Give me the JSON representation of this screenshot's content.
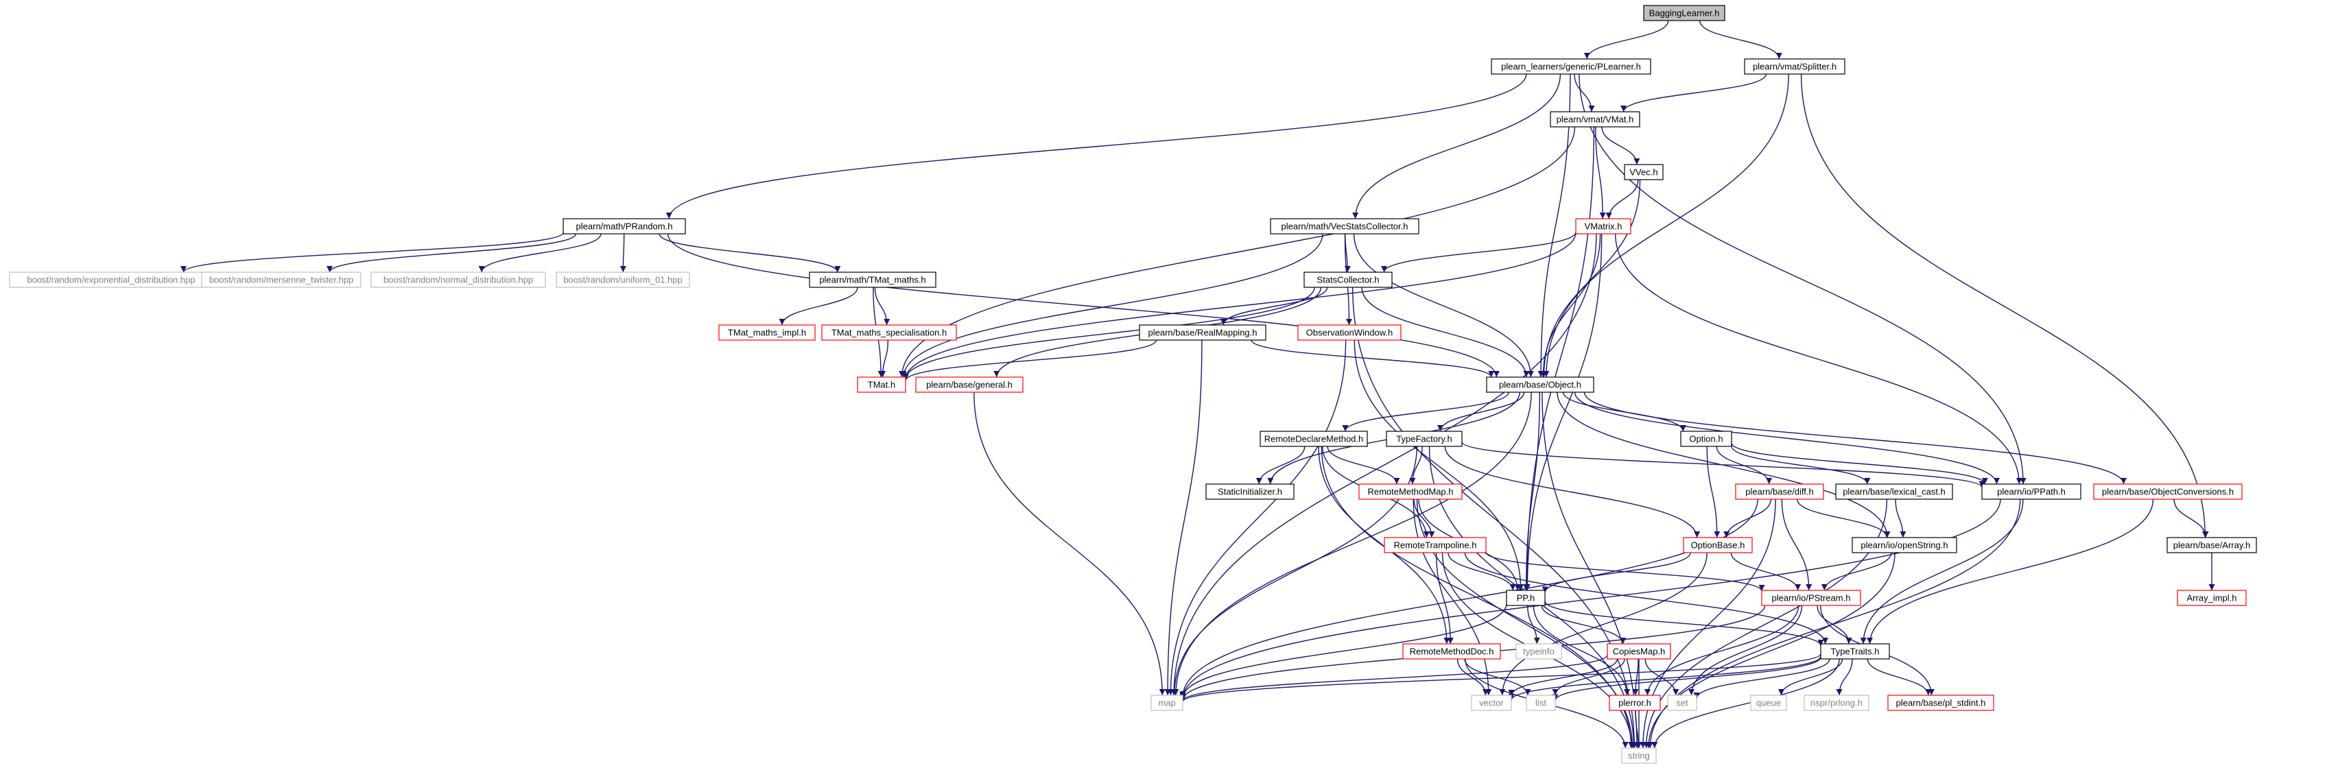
{
  "graph": {
    "colors": {
      "edge": "#191970",
      "border_normal": "#000000",
      "border_missing": "#ff0000",
      "border_external": "#bfbfbf",
      "text_normal": "#000000",
      "text_external": "#808080",
      "root_fill": "#bfbfbf"
    },
    "nodes": [
      {
        "id": "bagging",
        "label": "BaggingLearner.h",
        "kind": "root"
      },
      {
        "id": "plearner",
        "label": "plearn_learners/generic/PLearner.h",
        "kind": "normal"
      },
      {
        "id": "splitter",
        "label": "plearn/vmat/Splitter.h",
        "kind": "normal"
      },
      {
        "id": "vmat",
        "label": "plearn/vmat/VMat.h",
        "kind": "normal"
      },
      {
        "id": "vvec",
        "label": "VVec.h",
        "kind": "normal"
      },
      {
        "id": "prandom",
        "label": "plearn/math/PRandom.h",
        "kind": "normal"
      },
      {
        "id": "vecstats",
        "label": "plearn/math/VecStatsCollector.h",
        "kind": "normal"
      },
      {
        "id": "vmatrix",
        "label": "VMatrix.h",
        "kind": "missing"
      },
      {
        "id": "boost_exp",
        "label": "boost/random/exponential_distribution.hpp",
        "kind": "external"
      },
      {
        "id": "boost_mt",
        "label": "boost/random/mersenne_twister.hpp",
        "kind": "external"
      },
      {
        "id": "boost_norm",
        "label": "boost/random/normal_distribution.hpp",
        "kind": "external"
      },
      {
        "id": "boost_uni",
        "label": "boost/random/uniform_01.hpp",
        "kind": "external"
      },
      {
        "id": "tmatmaths",
        "label": "plearn/math/TMat_maths.h",
        "kind": "normal"
      },
      {
        "id": "statscoll",
        "label": "StatsCollector.h",
        "kind": "normal"
      },
      {
        "id": "tmatimpl",
        "label": "TMat_maths_impl.h",
        "kind": "missing"
      },
      {
        "id": "tmatspec",
        "label": "TMat_maths_specialisation.h",
        "kind": "missing"
      },
      {
        "id": "realmap",
        "label": "plearn/base/RealMapping.h",
        "kind": "normal"
      },
      {
        "id": "obswin",
        "label": "ObservationWindow.h",
        "kind": "missing"
      },
      {
        "id": "tmat",
        "label": "TMat.h",
        "kind": "missing"
      },
      {
        "id": "general",
        "label": "plearn/base/general.h",
        "kind": "missing"
      },
      {
        "id": "object",
        "label": "plearn/base/Object.h",
        "kind": "normal"
      },
      {
        "id": "remdecl",
        "label": "RemoteDeclareMethod.h",
        "kind": "normal"
      },
      {
        "id": "typefactory",
        "label": "TypeFactory.h",
        "kind": "normal"
      },
      {
        "id": "option",
        "label": "Option.h",
        "kind": "normal"
      },
      {
        "id": "staticinit",
        "label": "StaticInitializer.h",
        "kind": "normal"
      },
      {
        "id": "remmethmap",
        "label": "RemoteMethodMap.h",
        "kind": "missing"
      },
      {
        "id": "diff",
        "label": "plearn/base/diff.h",
        "kind": "missing"
      },
      {
        "id": "lexcast",
        "label": "plearn/base/lexical_cast.h",
        "kind": "normal"
      },
      {
        "id": "ppath",
        "label": "plearn/io/PPath.h",
        "kind": "normal"
      },
      {
        "id": "objconv",
        "label": "plearn/base/ObjectConversions.h",
        "kind": "missing"
      },
      {
        "id": "remtramp",
        "label": "RemoteTrampoline.h",
        "kind": "missing"
      },
      {
        "id": "optionbase",
        "label": "OptionBase.h",
        "kind": "missing"
      },
      {
        "id": "openstring",
        "label": "plearn/io/openString.h",
        "kind": "normal"
      },
      {
        "id": "array",
        "label": "plearn/base/Array.h",
        "kind": "normal"
      },
      {
        "id": "pp",
        "label": "PP.h",
        "kind": "normal"
      },
      {
        "id": "pstream",
        "label": "plearn/io/PStream.h",
        "kind": "missing"
      },
      {
        "id": "arrayimpl",
        "label": "Array_impl.h",
        "kind": "missing"
      },
      {
        "id": "remmethdoc",
        "label": "RemoteMethodDoc.h",
        "kind": "missing"
      },
      {
        "id": "typeinfo",
        "label": "typeinfo",
        "kind": "external"
      },
      {
        "id": "copiesmap",
        "label": "CopiesMap.h",
        "kind": "missing"
      },
      {
        "id": "typetraits",
        "label": "TypeTraits.h",
        "kind": "normal"
      },
      {
        "id": "map",
        "label": "map",
        "kind": "external"
      },
      {
        "id": "vector",
        "label": "vector",
        "kind": "external"
      },
      {
        "id": "list",
        "label": "list",
        "kind": "external"
      },
      {
        "id": "plerror",
        "label": "plerror.h",
        "kind": "missing"
      },
      {
        "id": "set",
        "label": "set",
        "kind": "external"
      },
      {
        "id": "queue",
        "label": "queue",
        "kind": "external"
      },
      {
        "id": "nsprlong",
        "label": "nspr/prlong.h",
        "kind": "external"
      },
      {
        "id": "plstdint",
        "label": "plearn/base/pl_stdint.h",
        "kind": "missing"
      },
      {
        "id": "string",
        "label": "string",
        "kind": "external"
      }
    ],
    "edges": [
      [
        "bagging",
        "plearner"
      ],
      [
        "bagging",
        "splitter"
      ],
      [
        "plearner",
        "vmat"
      ],
      [
        "plearner",
        "prandom"
      ],
      [
        "plearner",
        "vecstats"
      ],
      [
        "plearner",
        "object"
      ],
      [
        "plearner",
        "ppath"
      ],
      [
        "splitter",
        "vmat"
      ],
      [
        "splitter",
        "object"
      ],
      [
        "splitter",
        "array"
      ],
      [
        "vmat",
        "vvec"
      ],
      [
        "vmat",
        "vmatrix"
      ],
      [
        "vmat",
        "tmat"
      ],
      [
        "vmat",
        "pp"
      ],
      [
        "vvec",
        "vmatrix"
      ],
      [
        "vvec",
        "object"
      ],
      [
        "prandom",
        "boost_exp"
      ],
      [
        "prandom",
        "boost_mt"
      ],
      [
        "prandom",
        "boost_norm"
      ],
      [
        "prandom",
        "boost_uni"
      ],
      [
        "prandom",
        "tmatmaths"
      ],
      [
        "prandom",
        "object"
      ],
      [
        "vecstats",
        "statscoll"
      ],
      [
        "vecstats",
        "obswin"
      ],
      [
        "vecstats",
        "object"
      ],
      [
        "vecstats",
        "tmat"
      ],
      [
        "vmatrix",
        "statscoll"
      ],
      [
        "vmatrix",
        "tmat"
      ],
      [
        "vmatrix",
        "object"
      ],
      [
        "vmatrix",
        "pp"
      ],
      [
        "vmatrix",
        "map"
      ],
      [
        "vmatrix",
        "ppath"
      ],
      [
        "tmatmaths",
        "tmatimpl"
      ],
      [
        "tmatmaths",
        "tmatspec"
      ],
      [
        "tmatmaths",
        "tmat"
      ],
      [
        "tmatspec",
        "tmat"
      ],
      [
        "statscoll",
        "realmap"
      ],
      [
        "statscoll",
        "tmat"
      ],
      [
        "statscoll",
        "general"
      ],
      [
        "statscoll",
        "object"
      ],
      [
        "statscoll",
        "string"
      ],
      [
        "realmap",
        "tmat"
      ],
      [
        "realmap",
        "object"
      ],
      [
        "realmap",
        "map"
      ],
      [
        "obswin",
        "pp"
      ],
      [
        "obswin",
        "map"
      ],
      [
        "general",
        "map"
      ],
      [
        "object",
        "remdecl"
      ],
      [
        "object",
        "typefactory"
      ],
      [
        "object",
        "option"
      ],
      [
        "object",
        "staticinit"
      ],
      [
        "object",
        "ppath"
      ],
      [
        "object",
        "objconv"
      ],
      [
        "object",
        "openstring"
      ],
      [
        "object",
        "pp"
      ],
      [
        "object",
        "map"
      ],
      [
        "object",
        "string"
      ],
      [
        "remdecl",
        "staticinit"
      ],
      [
        "remdecl",
        "remmethmap"
      ],
      [
        "remdecl",
        "remtramp"
      ],
      [
        "remdecl",
        "remmethdoc"
      ],
      [
        "remdecl",
        "string"
      ],
      [
        "typefactory",
        "remmethmap"
      ],
      [
        "typefactory",
        "optionbase"
      ],
      [
        "typefactory",
        "ppath"
      ],
      [
        "typefactory",
        "map"
      ],
      [
        "typefactory",
        "string"
      ],
      [
        "option",
        "diff"
      ],
      [
        "option",
        "lexcast"
      ],
      [
        "option",
        "optionbase"
      ],
      [
        "option",
        "ppath"
      ],
      [
        "remmethmap",
        "remtramp"
      ],
      [
        "remmethmap",
        "pp"
      ],
      [
        "remmethmap",
        "vector"
      ],
      [
        "remmethmap",
        "string"
      ],
      [
        "diff",
        "optionbase"
      ],
      [
        "diff",
        "pstream"
      ],
      [
        "diff",
        "openstring"
      ],
      [
        "diff",
        "map"
      ],
      [
        "diff",
        "string"
      ],
      [
        "lexcast",
        "openstring"
      ],
      [
        "lexcast",
        "string"
      ],
      [
        "ppath",
        "typetraits"
      ],
      [
        "ppath",
        "map"
      ],
      [
        "ppath",
        "string"
      ],
      [
        "objconv",
        "array"
      ],
      [
        "objconv",
        "typetraits"
      ],
      [
        "remtramp",
        "pp"
      ],
      [
        "remtramp",
        "pstream"
      ],
      [
        "remtramp",
        "remmethdoc"
      ],
      [
        "remtramp",
        "typetraits"
      ],
      [
        "remtramp",
        "string"
      ],
      [
        "optionbase",
        "pp"
      ],
      [
        "optionbase",
        "pstream"
      ],
      [
        "optionbase",
        "vector"
      ],
      [
        "openstring",
        "pstream"
      ],
      [
        "openstring",
        "string"
      ],
      [
        "array",
        "arrayimpl"
      ],
      [
        "pp",
        "typeinfo"
      ],
      [
        "pp",
        "copiesmap"
      ],
      [
        "pp",
        "typetraits"
      ],
      [
        "pp",
        "plerror"
      ],
      [
        "pp",
        "map"
      ],
      [
        "pstream",
        "typetraits"
      ],
      [
        "pstream",
        "plstdint"
      ],
      [
        "pstream",
        "map"
      ],
      [
        "pstream",
        "set"
      ],
      [
        "pstream",
        "plerror"
      ],
      [
        "remmethdoc",
        "vector"
      ],
      [
        "remmethdoc",
        "list"
      ],
      [
        "remmethdoc",
        "string"
      ],
      [
        "copiesmap",
        "map"
      ],
      [
        "copiesmap",
        "vector"
      ],
      [
        "copiesmap",
        "list"
      ],
      [
        "copiesmap",
        "set"
      ],
      [
        "copiesmap",
        "plerror"
      ],
      [
        "copiesmap",
        "string"
      ],
      [
        "typetraits",
        "map"
      ],
      [
        "typetraits",
        "vector"
      ],
      [
        "typetraits",
        "list"
      ],
      [
        "typetraits",
        "set"
      ],
      [
        "typetraits",
        "queue"
      ],
      [
        "typetraits",
        "nsprlong"
      ],
      [
        "typetraits",
        "plstdint"
      ],
      [
        "typetraits",
        "string"
      ],
      [
        "plerror",
        "string"
      ]
    ]
  }
}
